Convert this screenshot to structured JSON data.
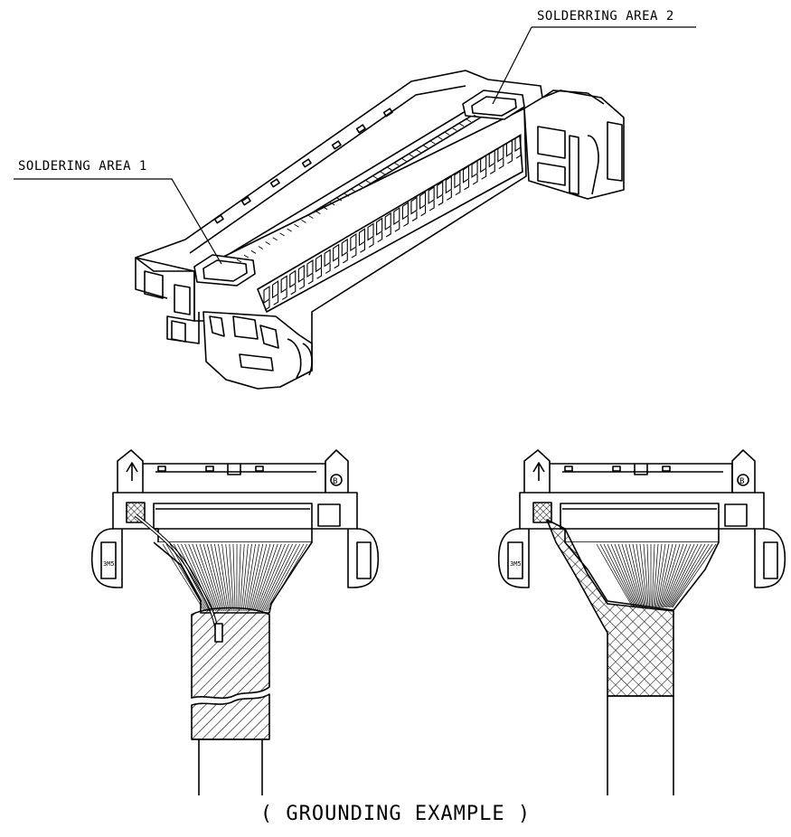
{
  "labels": {
    "area1": "SOLDERING AREA 1",
    "area2": "SOLDERRING AREA 2",
    "caption": "( GROUNDING EXAMPLE )"
  },
  "colors": {
    "ink": "#000000",
    "paper": "#ffffff"
  },
  "figures": {
    "left": {
      "method": "drain wire",
      "shield_fill": "diagonal-hatch"
    },
    "right": {
      "method": "braided shield",
      "shield_fill": "crosshatch"
    }
  }
}
